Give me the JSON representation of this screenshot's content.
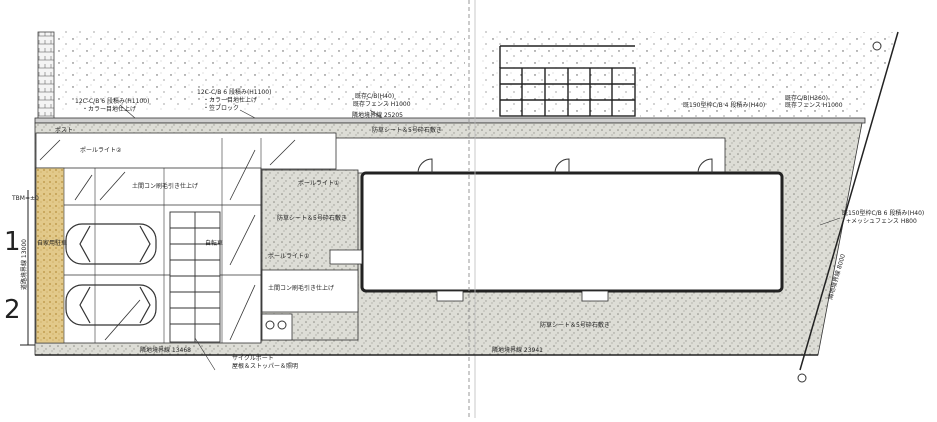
{
  "labels": {
    "wall_left_top_1": "12C-C/B 6 段積み(H1100)",
    "wall_left_top_2": "・カラー目地仕上げ",
    "wall_mid_top_1": "12C-C/B 6 段積み(H1100)",
    "wall_mid_top_2": "・カラー目地仕上げ",
    "wall_mid_top_3": "・笠ブロック",
    "fence_top_1": "既存C/B(H40)",
    "fence_top_2": "既存フェンス H1000",
    "boundary_top": "隣地境界線 25205",
    "gravel_sheet_top": "防草シート＆5号砕石敷き",
    "right_top_1": "既150型枠C/B 4 段積み(H40)",
    "right_top_2": "既存C/B(H360)",
    "right_top_3": "既存フェンス H1000",
    "post": "ポスト",
    "pole_light_2": "ポールライト②",
    "pole_light_1": "ポールライト①",
    "pole_light_1b": "ポールライト①",
    "gravel_sheet_mid": "防草シート＆5号砕石敷き",
    "gravel_sheet_bottom": "防草シート＆5号砕石敷き",
    "concrete_1": "土間コン刷毛引き仕上げ",
    "concrete_2": "土間コン刷毛引き仕上げ",
    "parking_1": "自家用駐車",
    "bike": "自転車",
    "road": "道路境界",
    "right_side_1": "既150型枠C/B 6 段積み(H40)",
    "right_side_2": "+メッシュフェンス H800",
    "right_vertical": "隣地境界線 8000",
    "left_vertical": "道路境界線 13000",
    "boundary_bottom_left": "隣地境界線 13468",
    "boundary_bottom_right": "隣地境界線 23941",
    "cycle_port_1": "サイクルポート",
    "cycle_port_2": "屋根＆ストッパー＆照明",
    "gl_mark": "TBM=±0",
    "handwritten_1": "1",
    "handwritten_2": "2"
  }
}
